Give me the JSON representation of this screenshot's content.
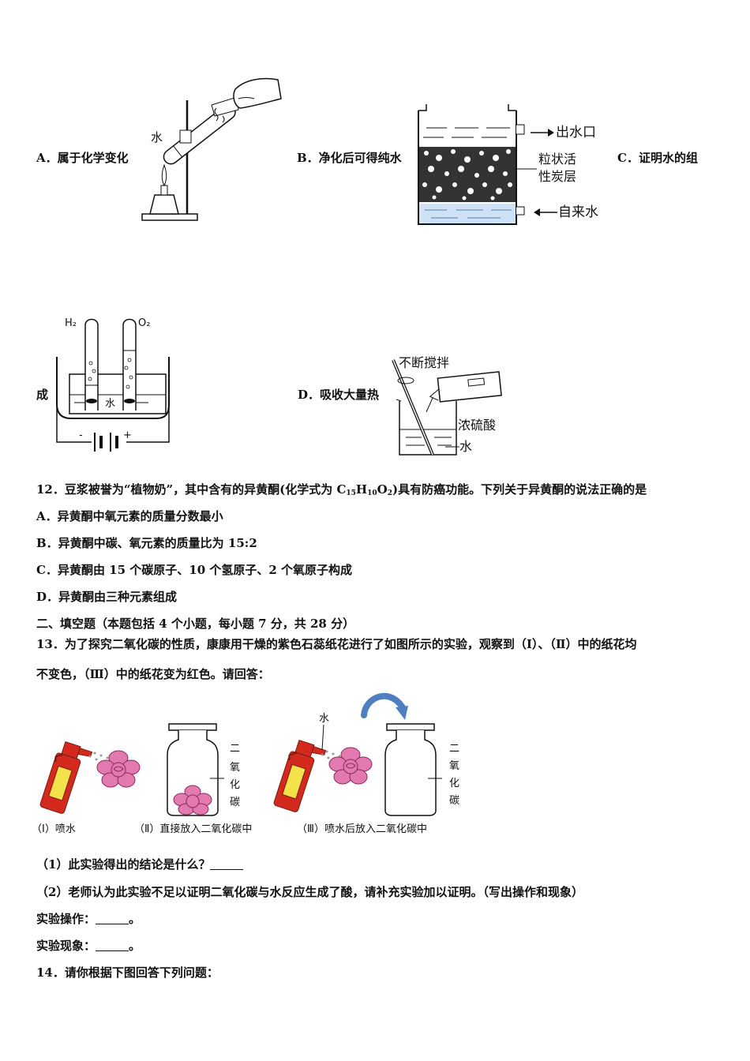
{
  "q11": {
    "option_a": "A．属于化学变化",
    "option_b": "B．净化后可得纯水",
    "option_c_part1": "C．证明水的组",
    "option_c_part2": "成",
    "option_d": "D．吸收大量热",
    "fig_a_label_water": "水",
    "fig_b_outlet": "出水口",
    "fig_b_carbon_1": "粒状活",
    "fig_b_carbon_2": "性炭层",
    "fig_b_inlet": "自来水",
    "fig_c_h2": "H₂",
    "fig_c_o2": "O₂",
    "fig_c_water": "水",
    "fig_c_minus": "-",
    "fig_c_plus": "+",
    "fig_d_stir": "不断搅拌",
    "fig_d_acid": "浓硫酸",
    "fig_d_water": "水"
  },
  "q12": {
    "stem_pre": "12．豆浆被誉为“植物奶”，其中含有的异黄酮(化学式为 C",
    "sub1": "15",
    "mid1": "H",
    "sub2": "10",
    "mid2": "O",
    "sub3": "2",
    "stem_post": ")具有防癌功能。下列关于异黄酮的说法正确的是",
    "option_a": "A．异黄酮中氧元素的质量分数最小",
    "option_b": "B．异黄酮中碳、氧元素的质量比为 15:2",
    "option_c": "C．异黄酮由 15 个碳原子、10 个氢原子、2 个氧原子构成",
    "option_d": "D．异黄酮由三种元素组成"
  },
  "section2": {
    "heading": "二、填空题（本题包括 4 个小题，每小题 7 分，共 28 分）"
  },
  "q13": {
    "stem_line1": "13．为了探究二氧化碳的性质，康康用干燥的紫色石蕊纸花进行了如图所示的实验，观察到（I）、（Ⅱ）中的纸花均",
    "stem_line2": "不变色，（Ⅲ）中的纸花变为红色。请回答：",
    "fig_water": "水",
    "fig_co2_1": "二",
    "fig_co2_2": "氧",
    "fig_co2_3": "化",
    "fig_co2_4": "碳",
    "caption_1": "（I）喷水",
    "caption_2": "（Ⅱ）直接放入二氧化碳中",
    "caption_3": "（Ⅲ）喷水后放入二氧化碳中",
    "sub1_text": "（1）此实验得出的结论是什么？",
    "sub2_text": "（2）老师认为此实验不足以证明二氧化碳与水反应生成了酸，请补充实验加以证明。（写出操作和现象）",
    "op_label": "实验操作：",
    "ph_label": "实验现象：",
    "period": "。"
  },
  "q14": {
    "stem": "14．请你根据下图回答下列问题："
  },
  "colors": {
    "text": "#111111",
    "spray_red": "#d42a1e",
    "spray_yellow": "#f3e24a",
    "flower_pink": "#e27ab0",
    "arrow_blue": "#4f7fbf",
    "water_blue": "#9ec3ea"
  }
}
